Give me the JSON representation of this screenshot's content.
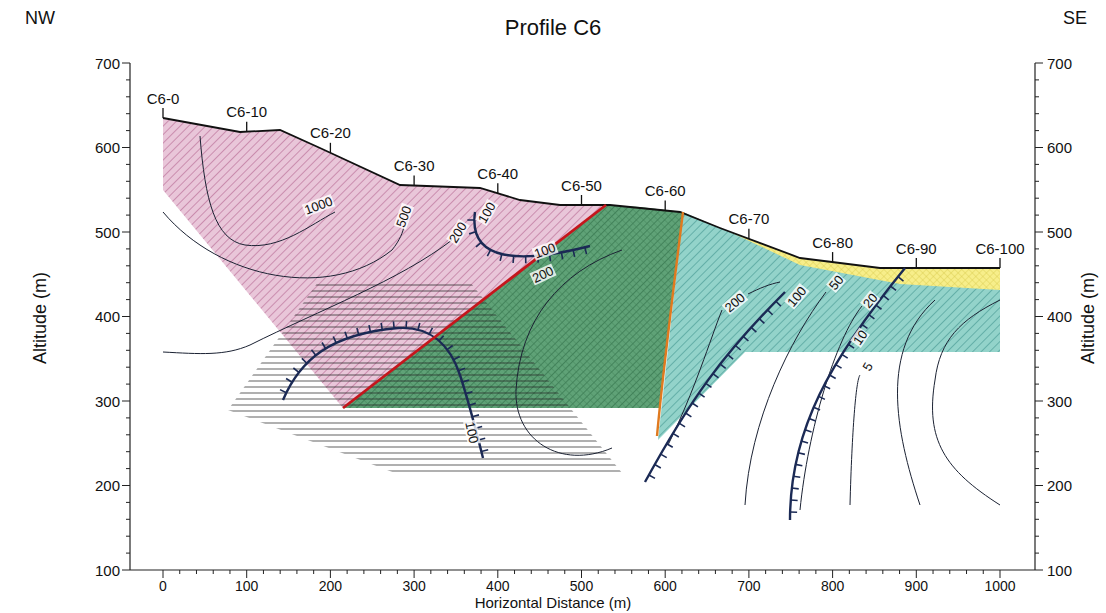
{
  "diagram": {
    "title": "Profile C6",
    "labels": [
      "NW",
      "SE",
      "C6-0",
      "C6-10",
      "C6-20",
      "C6-30",
      "C6-40",
      "C6-50",
      "C6-60",
      "C6-70",
      "C6-80",
      "C6-90",
      "C6-100",
      "700",
      "600",
      "500",
      "400",
      "300",
      "200",
      "100",
      "700",
      "600",
      "500",
      "400",
      "300",
      "200",
      "100",
      "0",
      "100",
      "200",
      "300",
      "400",
      "500",
      "600",
      "700",
      "800",
      "900",
      "1000",
      "Altitude (m)",
      "Altitude (m)",
      "Horizontal Distance (m)",
      "1000",
      "500",
      "200",
      "100",
      "100",
      "200",
      "100",
      "200",
      "100",
      "50",
      "20",
      "10",
      "5"
    ]
  }
}
